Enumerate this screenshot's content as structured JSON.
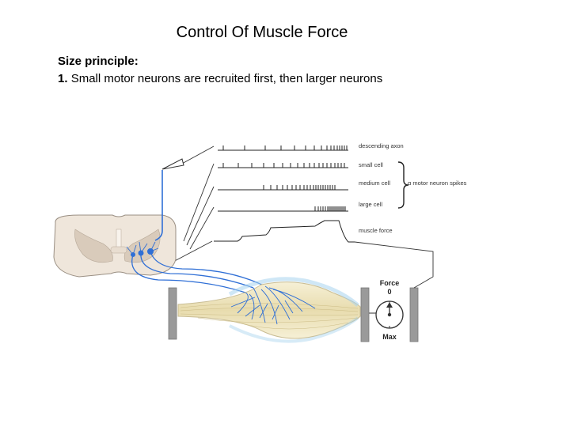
{
  "title": "Control Of Muscle Force",
  "principle_heading": "Size principle:",
  "item": {
    "number": "1.",
    "text": "Small motor neurons are recruited first, then larger neurons"
  },
  "diagram": {
    "trace_labels": [
      "descending axon",
      "small cell",
      "medium cell",
      "large cell",
      "muscle force"
    ],
    "brace_label": "α motor neuron spikes",
    "gauge_title": "Force",
    "gauge_min": "0",
    "gauge_max": "Max",
    "colors": {
      "neuron": "#2f6fd6",
      "muscle": "#f2e9c4",
      "spinal_cord": "#efe6db",
      "clamp": "#9a9a9a"
    }
  }
}
